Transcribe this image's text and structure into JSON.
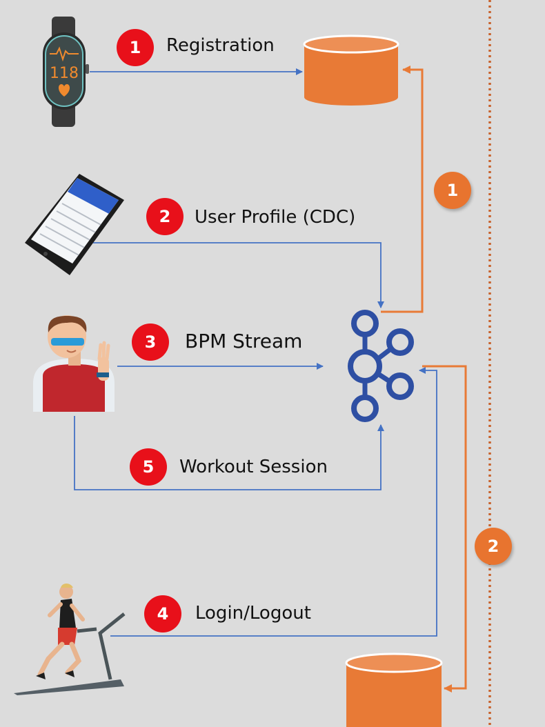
{
  "colors": {
    "background": "#dcdcdc",
    "blue_flow": "#4472c4",
    "orange_flow": "#e87a36",
    "database": "#e87a36",
    "badge_red": "#e8101a",
    "badge_orange": "#e8742f",
    "kafka": "#2e4fa3",
    "divider": "#c8612b"
  },
  "flows": [
    {
      "step": "1",
      "label": "Registration",
      "source": "smartwatch-icon",
      "target": "top-database"
    },
    {
      "step": "2",
      "label": "User Profile (CDC)",
      "source": "smartphone-icon",
      "target": "kafka-hub"
    },
    {
      "step": "3",
      "label": "BPM Stream",
      "source": "user-avatar-icon",
      "target": "kafka-hub"
    },
    {
      "step": "5",
      "label": "Workout Session",
      "source": "user-avatar-icon",
      "target": "kafka-hub"
    },
    {
      "step": "4",
      "label": "Login/Logout",
      "source": "treadmill-runner-icon",
      "target": "kafka-hub"
    }
  ],
  "stages": [
    {
      "step": "1"
    },
    {
      "step": "2"
    }
  ],
  "watch": {
    "reading": "118"
  }
}
